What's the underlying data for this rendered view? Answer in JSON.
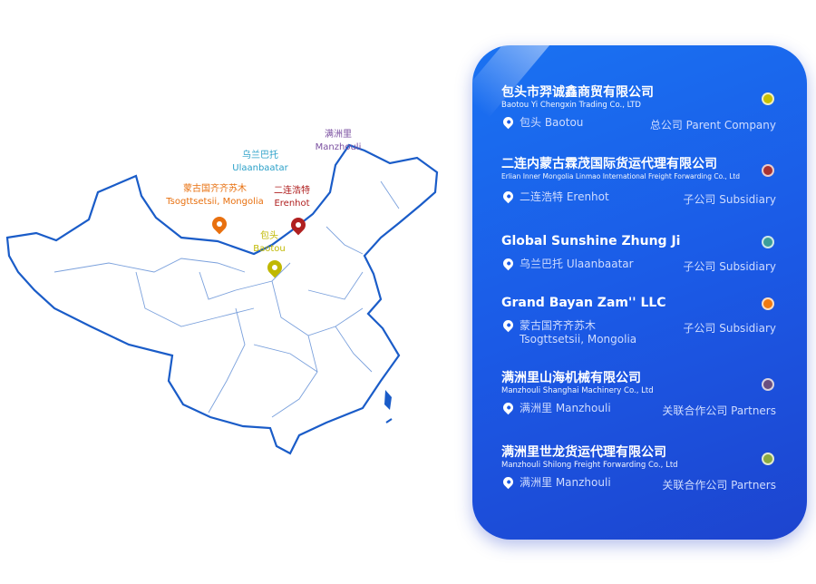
{
  "map": {
    "markers": [
      {
        "cn": "满洲里",
        "en": "Manzhouli",
        "color": "#7a4fa0"
      },
      {
        "cn": "乌兰巴托",
        "en": "Ulaanbaatar",
        "color": "#2aa0c8"
      },
      {
        "cn": "蒙古国齐齐苏木",
        "en": "Tsogttsetsii,  Mongolia",
        "color": "#e8700f"
      },
      {
        "cn": "二连浩特",
        "en": "Erenhot",
        "color": "#b02020"
      },
      {
        "cn": "包头",
        "en": "Baotou",
        "color": "#c0b800"
      }
    ]
  },
  "companies": [
    {
      "title": "包头市羿诚鑫商贸有限公司",
      "subtitle": "Baotou  Yi Chengxin  Trading  Co.,  LTD",
      "location": "包头 Baotou",
      "type": "总公司 Parent Company",
      "dot": "#c8c000"
    },
    {
      "title": "二连内蒙古霖茂国际货运代理有限公司",
      "subtitle": "Erlian Inner Mongolia Linmao International Freight Forwarding Co., Ltd",
      "location": "二连浩特 Erenhot",
      "type": "子公司 Subsidiary",
      "dot": "#a83232"
    },
    {
      "title": "Global  Sunshine Zhung Ji",
      "subtitle": "",
      "location": "乌兰巴托 Ulaanbaatar",
      "type": "子公司 Subsidiary",
      "dot": "#3a9e9a"
    },
    {
      "title": "Grand Bayan Zam'' LLC",
      "subtitle": "",
      "location": "蒙古国齐齐苏木",
      "location2": "Tsogttsetsii, Mongolia",
      "type": "子公司 Subsidiary",
      "dot": "#f07a10"
    },
    {
      "title": "满洲里山海机械有限公司",
      "subtitle": "Manzhouli  Shanghai  Machinery  Co.,  Ltd",
      "location": "满洲里 Manzhouli",
      "type": "关联合作公司 Partners",
      "dot": "#6a4f80"
    },
    {
      "title": "满洲里世龙货运代理有限公司",
      "subtitle": "Manzhouli  Shilong  Freight  Forwarding  Co.,  Ltd",
      "location": "满洲里 Manzhouli",
      "type": "关联合作公司 Partners",
      "dot": "#8aaa40"
    }
  ]
}
